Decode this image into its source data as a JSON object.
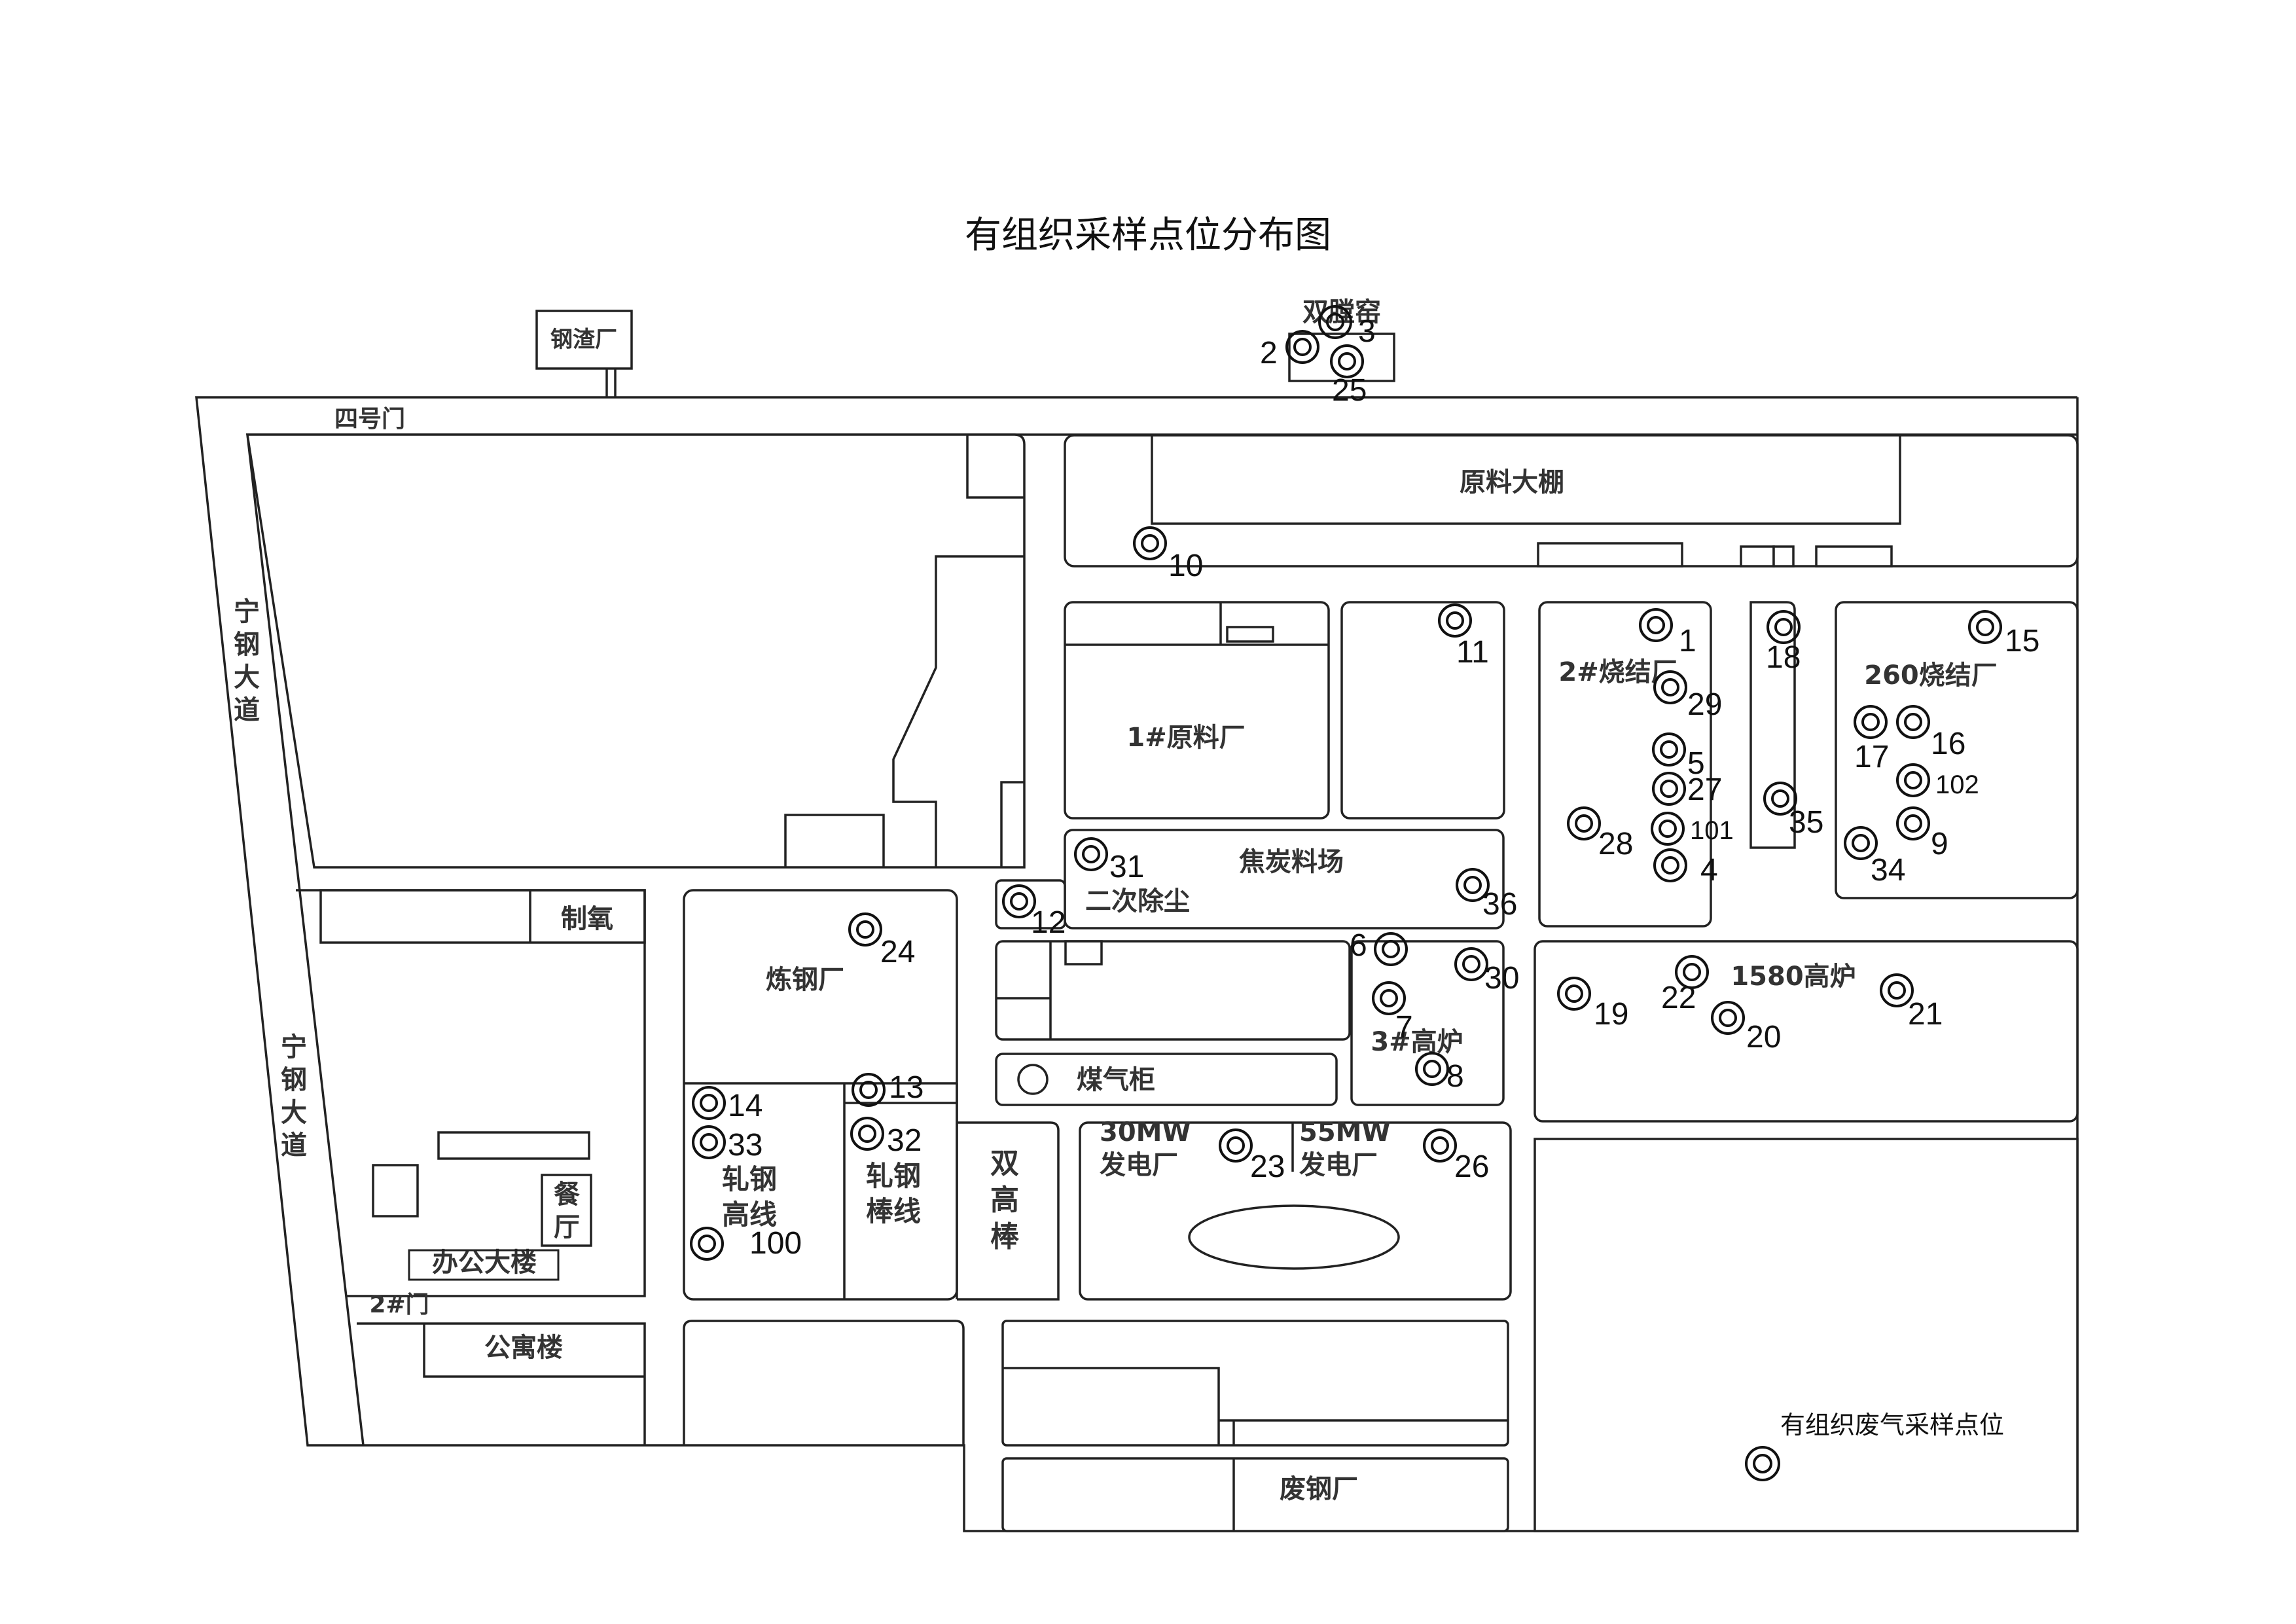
{
  "title": "有组织采样点位分布图",
  "legend": {
    "label": "有组织废气采样点位"
  },
  "areas": {
    "steel_slag": "钢渣厂",
    "double_kiln": "双膛窑",
    "gate4": "四号门",
    "raw_shed": "原料大棚",
    "road_top": "宁钢大道",
    "road_bottom": "宁钢大道",
    "raw1": "1#原料厂",
    "sinter2": "2#烧结厂",
    "sinter260": "260烧结厂",
    "coke_yard": "焦炭料场",
    "secondary_dust": "二次除尘",
    "oxygen": "制氧",
    "steelmaking": "炼钢厂",
    "bf1580": "1580高炉",
    "bf3": "3#高炉",
    "gas_holder": "煤气柜",
    "rolling_hw": "轧钢高线",
    "rolling_bar": "轧钢棒线",
    "double_bar": "双高棒",
    "power30": "30MW发电厂",
    "power55": "55MW发电厂",
    "canteen": "餐厅",
    "office": "办公大楼",
    "gate2": "2#门",
    "apartment": "公寓楼",
    "scrap": "废钢厂"
  },
  "points": [
    {
      "id": "2"
    },
    {
      "id": "3"
    },
    {
      "id": "25"
    },
    {
      "id": "10"
    },
    {
      "id": "11"
    },
    {
      "id": "1"
    },
    {
      "id": "29"
    },
    {
      "id": "5"
    },
    {
      "id": "27"
    },
    {
      "id": "101"
    },
    {
      "id": "28"
    },
    {
      "id": "4"
    },
    {
      "id": "18"
    },
    {
      "id": "35"
    },
    {
      "id": "15"
    },
    {
      "id": "17"
    },
    {
      "id": "16"
    },
    {
      "id": "102"
    },
    {
      "id": "34"
    },
    {
      "id": "9"
    },
    {
      "id": "31"
    },
    {
      "id": "12"
    },
    {
      "id": "36"
    },
    {
      "id": "24"
    },
    {
      "id": "6"
    },
    {
      "id": "7"
    },
    {
      "id": "8"
    },
    {
      "id": "30"
    },
    {
      "id": "19"
    },
    {
      "id": "22"
    },
    {
      "id": "20"
    },
    {
      "id": "21"
    },
    {
      "id": "14"
    },
    {
      "id": "33"
    },
    {
      "id": "100"
    },
    {
      "id": "13"
    },
    {
      "id": "32"
    },
    {
      "id": "23"
    },
    {
      "id": "26"
    }
  ]
}
